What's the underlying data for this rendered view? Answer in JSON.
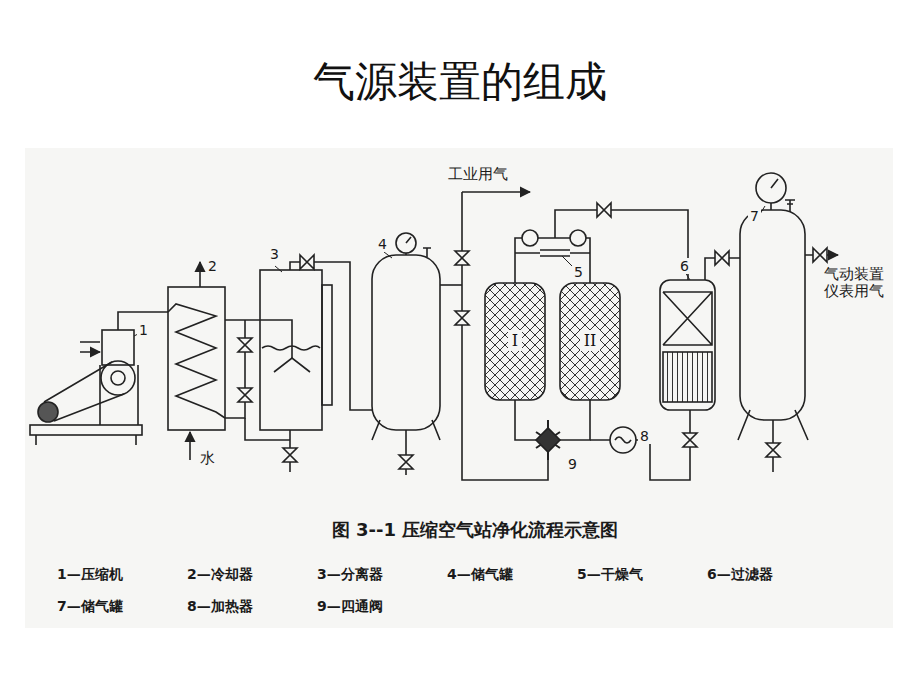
{
  "diagram": {
    "title": "气源装置的组成",
    "caption": "图 3--1 压缩空气站净化流程示意图",
    "nodes": [
      {
        "text": [
          "I"
        ]
      },
      {
        "text": [
          "II"
        ]
      }
    ],
    "labels": [
      "工业用气",
      "水",
      "1",
      "2",
      "3",
      "4",
      "5",
      "6",
      "7",
      "8",
      "9",
      "气动装置 仪表用气",
      "1—压缩机",
      "2—冷却器",
      "3—分离器",
      "4—储气罐",
      "5—干燥气",
      "6—过滤器",
      "7—储气罐",
      "8—加热器",
      "9—四通阀"
    ]
  }
}
